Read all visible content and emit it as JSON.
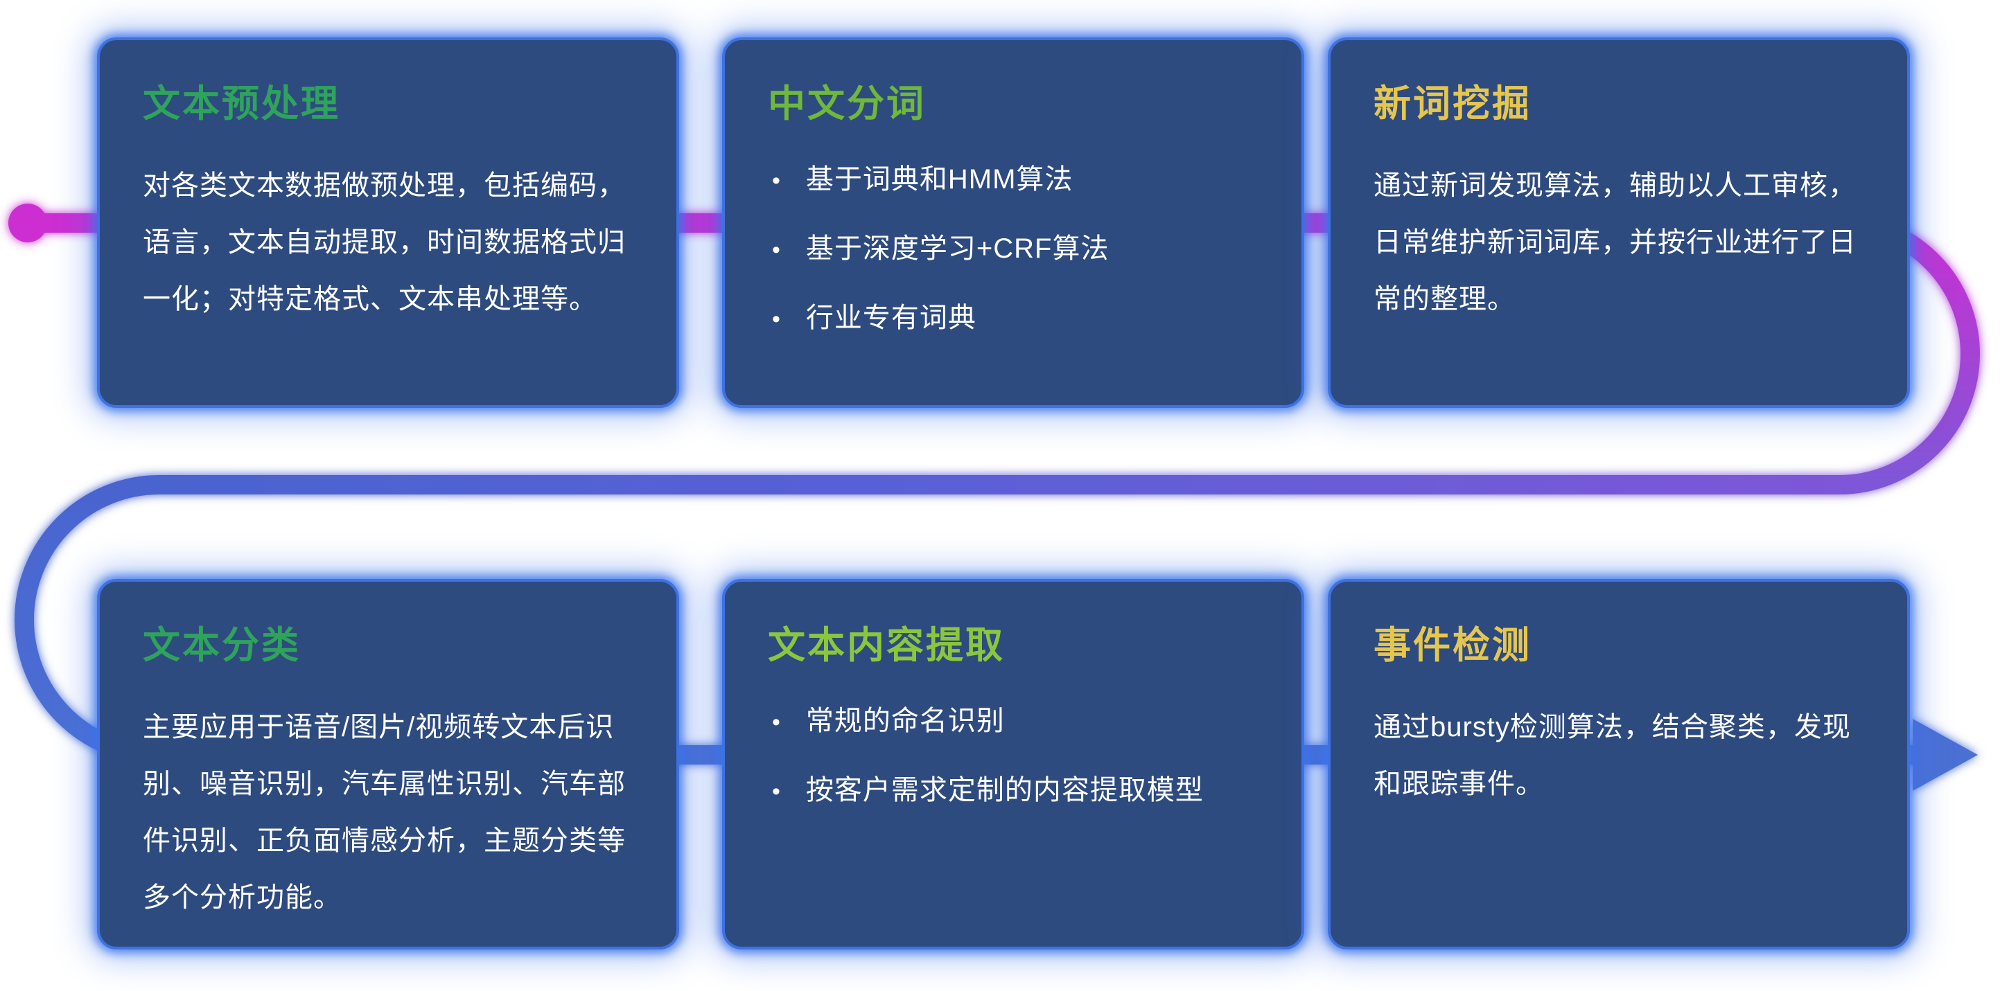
{
  "diagram_title": "NLP text processing capabilities flow",
  "cards": [
    {
      "id": "text-preprocessing",
      "title": "文本预处理",
      "title_color": "#2fa35c",
      "type": "paragraph",
      "body": "对各类文本数据做预处理，包括编码，语言，文本自动提取，时间数据格式归一化；对特定格式、文本串处理等。"
    },
    {
      "id": "chinese-word-segmentation",
      "title": "中文分词",
      "title_color": "#6fb83c",
      "type": "bullets",
      "bullets": [
        "基于词典和HMM算法",
        "基于深度学习+CRF算法",
        "行业专有词典"
      ]
    },
    {
      "id": "new-word-mining",
      "title": "新词挖掘",
      "title_color": "#e5c64f",
      "type": "paragraph",
      "body": "通过新词发现算法，辅助以人工审核，日常维护新词词库，并按行业进行了日常的整理。"
    },
    {
      "id": "text-classification",
      "title": "文本分类",
      "title_color": "#2fa35c",
      "type": "paragraph",
      "body": "主要应用于语音/图片/视频转文本后识别、噪音识别，汽车属性识别、汽车部件识别、正负面情感分析，主题分类等多个分析功能。"
    },
    {
      "id": "text-content-extraction",
      "title": "文本内容提取",
      "title_color": "#8cc63f",
      "type": "bullets",
      "bullets": [
        "常规的命名识别",
        "按客户需求定制的内容提取模型"
      ]
    },
    {
      "id": "event-detection",
      "title": "事件检测",
      "title_color": "#e5c64f",
      "type": "paragraph",
      "body": "通过bursty检测算法，结合聚类，发现和跟踪事件。"
    }
  ],
  "bullet_glyph": "•",
  "connector": {
    "start_marker": "magenta-dot",
    "end_marker": "blue-arrow",
    "colors": {
      "magenta": "#cc2fd2",
      "purple": "#7e57d8",
      "blue": "#4b70d4"
    }
  },
  "palette": {
    "background": "#ffffff",
    "card_fill": "#2e4b7f",
    "card_glow": "#3b73eb",
    "body_text": "#ffffff"
  }
}
